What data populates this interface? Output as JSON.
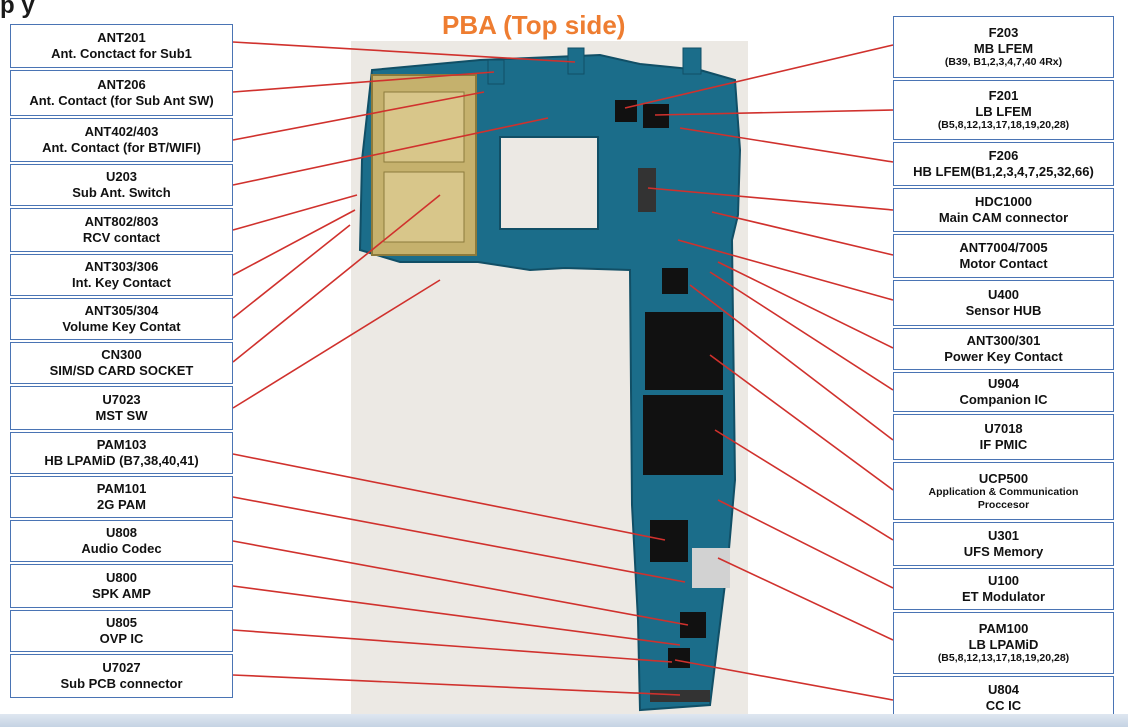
{
  "heading": "p  y",
  "title": "PBA (Top side)",
  "colors": {
    "accent": "#ee7d31",
    "box_border": "#4a74b4",
    "leader": "#d0312d",
    "pcb": "#1b6d8a"
  },
  "left_labels": [
    {
      "id": "ant201",
      "line1": "ANT201",
      "line2": "Ant. Conctact for Sub1"
    },
    {
      "id": "ant206",
      "line1": "ANT206",
      "line2": "Ant. Contact (for Sub Ant SW)"
    },
    {
      "id": "ant402",
      "line1": "ANT402/403",
      "line2": "Ant. Contact (for BT/WIFI)"
    },
    {
      "id": "u203",
      "line1": "U203",
      "line2": "Sub Ant. Switch"
    },
    {
      "id": "ant802",
      "line1": "ANT802/803",
      "line2": "RCV contact"
    },
    {
      "id": "ant303",
      "line1": "ANT303/306",
      "line2": "Int. Key Contact"
    },
    {
      "id": "ant305",
      "line1": "ANT305/304",
      "line2": "Volume Key Contat"
    },
    {
      "id": "cn300",
      "line1": "CN300",
      "line2": "SIM/SD CARD SOCKET"
    },
    {
      "id": "u7023",
      "line1": "U7023",
      "line2": "MST SW"
    },
    {
      "id": "pam103",
      "line1": "PAM103",
      "line2": "HB LPAMiD (B7,38,40,41)"
    },
    {
      "id": "pam101",
      "line1": "PAM101",
      "line2": "2G PAM"
    },
    {
      "id": "u808",
      "line1": "U808",
      "line2": "Audio Codec"
    },
    {
      "id": "u800",
      "line1": "U800",
      "line2": "SPK AMP"
    },
    {
      "id": "u805",
      "line1": "U805",
      "line2": "OVP IC"
    },
    {
      "id": "u7027",
      "line1": "U7027",
      "line2": "Sub PCB connector"
    }
  ],
  "right_labels": [
    {
      "id": "f203",
      "line1": "F203",
      "line2": "MB LFEM",
      "line3": "(B39, B1,2,3,4,7,40 4Rx)"
    },
    {
      "id": "f201",
      "line1": "F201",
      "line2": "LB LFEM",
      "line3": "(B5,8,12,13,17,18,19,20,28)"
    },
    {
      "id": "f206",
      "line1": "F206",
      "line2": "HB LFEM(B1,2,3,4,7,25,32,66)"
    },
    {
      "id": "hdc1000",
      "line1": "HDC1000",
      "line2": "Main CAM connector"
    },
    {
      "id": "ant7004",
      "line1": "ANT7004/7005",
      "line2": "Motor Contact"
    },
    {
      "id": "u400",
      "line1": "U400",
      "line2": "Sensor HUB"
    },
    {
      "id": "ant300",
      "line1": "ANT300/301",
      "line2": "Power Key Contact"
    },
    {
      "id": "u904",
      "line1": "U904",
      "line2": "Companion IC"
    },
    {
      "id": "u7018",
      "line1": "U7018",
      "line2": "IF PMIC"
    },
    {
      "id": "ucp500",
      "line1": "UCP500",
      "line2": "Application & Communication",
      "line3": "Proccesor"
    },
    {
      "id": "u301",
      "line1": "U301",
      "line2": "UFS Memory"
    },
    {
      "id": "u100",
      "line1": "U100",
      "line2": "ET Modulator"
    },
    {
      "id": "pam100",
      "line1": "PAM100",
      "line2": "LB LPAMiD",
      "line3": "(B5,8,12,13,17,18,19,20,28)"
    },
    {
      "id": "u804",
      "line1": "U804",
      "line2": "CC IC"
    }
  ]
}
